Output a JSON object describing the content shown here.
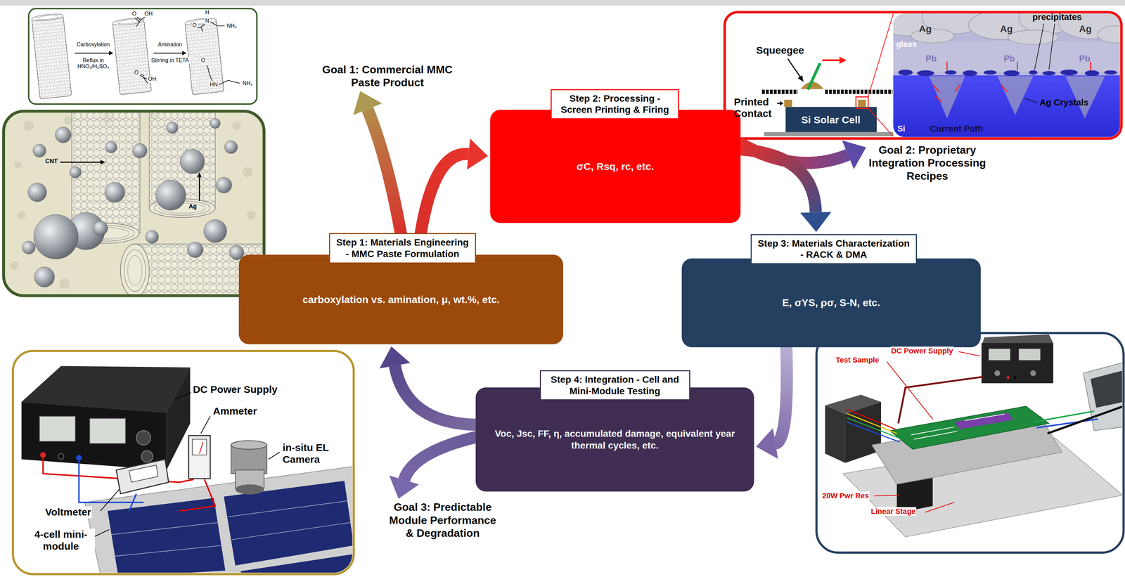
{
  "diagram": {
    "nodes": [
      {
        "text": [
          "Goal 1: Commercial MMC Paste Product"
        ]
      },
      {
        "text": [
          "Step 2: Processing - Screen Printing & Firing",
          "σC, Rsq, rc, etc."
        ]
      },
      {
        "text": [
          "Goal 2: Proprietary Integration Processing Recipes"
        ]
      },
      {
        "text": [
          "Step 1: Materials Engineering - MMC Paste Formulation",
          "carboxylation vs. amination, μ, wt.%, etc."
        ]
      },
      {
        "text": [
          "Step 3: Materials Characterization - RACK & DMA",
          "E, σYS, ρσ, S-N, etc."
        ]
      },
      {
        "text": [
          "Step 4: Integration - Cell and Mini-Module Testing",
          "Voc, Jsc, FF, η, accumulated damage, equivalent year thermal cycles, etc."
        ]
      },
      {
        "text": [
          "Goal 3: Predictable Module Performance & Degradation"
        ]
      }
    ],
    "edges": [
      {
        "from": 3,
        "to": 0,
        "arrow": "to"
      },
      {
        "from": 3,
        "to": 1,
        "arrow": "to"
      },
      {
        "from": 1,
        "to": 2,
        "arrow": "to"
      },
      {
        "from": 1,
        "to": 4,
        "arrow": "to"
      },
      {
        "from": 4,
        "to": 5,
        "arrow": "to"
      },
      {
        "from": 5,
        "to": 3,
        "arrow": "to"
      },
      {
        "from": 5,
        "to": 6,
        "arrow": "to"
      }
    ],
    "labels": [
      "Carboxylation",
      "Reflux in HNO₃/H₂SO₄",
      "Amination",
      "Stirring in TETA",
      "O",
      "OH",
      "O",
      "OH",
      "O",
      "H",
      "N",
      "NH₂",
      "O",
      "HN",
      "NH₂",
      "CNT",
      "Ag",
      "Squeegee",
      "Printed Contact",
      "Si Solar Cell",
      "Ag",
      "Ag",
      "Ag",
      "precipitates",
      "glass",
      "Pb",
      "Pb",
      "Pb",
      "Ag Crystals",
      "Si",
      "Current Path",
      "DC Power Supply",
      "Test Sample",
      "20W Pwr Res",
      "Linear Stage",
      "DC Power Supply",
      "Ammeter",
      "in-situ EL Camera",
      "Voltmeter",
      "4-cell mini-module"
    ]
  }
}
